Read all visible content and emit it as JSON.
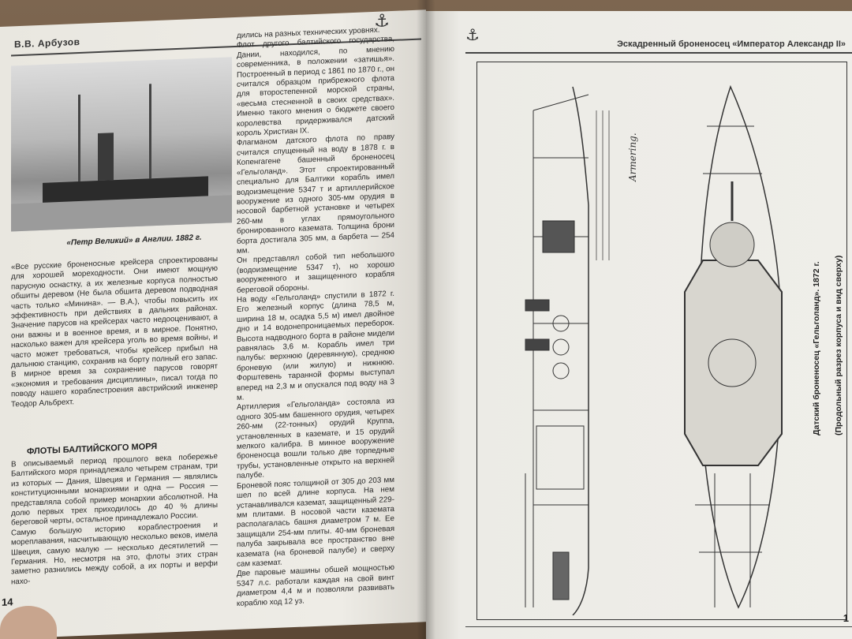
{
  "left_page": {
    "author": "В.В. Арбузов",
    "photo_caption": "«Петр Великий» в Англии. 1882 г.",
    "column1_text": "«Все русские броненосные крейсера спроектированы для хорошей мореходности. Они имеют мощную парусную оснастку, а их железные корпуса полностью обшиты деревом (Не была обшита деревом подводная часть только «Минина». — В.А.), чтобы повысить их эффективность при действиях в дальних районах. Значение парусов на крейсерах часто недооценивают, а они важны и в военное время, и в мирное. Понятно, насколько важен для крейсера уголь во время войны, и часто может требоваться, чтобы крейсер прибыл на дальнюю станцию, сохранив на борту полный его запас. В мирное время за сохранение парусов говорят «экономия и требования дисциплины», писал тогда по поводу нашего кораблестроения австрийский инженер Теодор Альбрехт.",
    "section_heading": "ФЛОТЫ БАЛТИЙСКОГО МОРЯ",
    "column1b_text": "В описываемый период прошлого века побережье Балтийского моря принадлежало четырем странам, три из которых — Дания, Швеция и Германия — являлись конституционными монархиями и одна — Россия — представляла собой пример монархии абсолютной. На долю первых трех приходилось до 40 % длины береговой черты, остальное принадлежало России.\nСамую большую историю кораблестроения и мореплавания, насчитывающую несколько веков, имела Швеция, самую малую — несколько десятилетий — Германия. Но, несмотря на это, флоты этих стран заметно разнились между собой, а их порты и верфи нахо-",
    "column2_text": "дились на разных технических уровнях.\nФлот другого балтийского государства, Дании, находился, по мнению современника, в положении «затишья». Построенный в период с 1861 по 1870 г., он считался образцом прибрежного флота для второстепенной морской страны, «весьма стесненной в своих средствах». Именно такого мнения о бюджете своего королевства придерживался датский король Христиан IX.\nФлагманом датского флота по праву считался спущенный на воду в 1878 г. в Копенгагене башенный броненосец «Гельголанд». Этот спроектированный специально для Балтики корабль имел водоизмещение 5347 т и артиллерийское вооружение из одного 305-мм орудия в носовой барбетной установке и четырех 260-мм в углах прямоугольного бронированного каземата. Толщина брони борта достигала 305 мм, а барбета — 254 мм.\nОн представлял собой тип небольшого (водоизмещение 5347 т), но хорошо вооруженного и защищенного корабля береговой обороны.\nНа воду «Гельголанд» спустили в 1872 г. Его железный корпус (длина 78,5 м, ширина 18 м, осадка 5,5 м) имел двойное дно и 14 водонепроницаемых переборок. Высота надводного борта в районе мидели равнялась 3,6 м. Корабль имел три палубы: верхнюю (деревянную), среднюю броневую (или жилую) и нижнюю. Форштевень таранной формы выступал вперед на 2,3 м и опускался под воду на 3 м.\nАртиллерия «Гельголанда» состояла из одного 305-мм башенного орудия, четырех 260-мм (22-тонных) орудий Круппа, установленных в каземате, и 15 орудий мелкого калибра. В минное вооружение броненосца вошли только две торпедные трубы, установленные открыто на верхней палубе.\nБроневой пояс толщиной от 305 до 203 мм шел по всей длине корпуса. На нем устанавливался каземат, защищенный 229-мм плитами. В носовой части каземата располагалась башня диаметром 7 м. Ее защищали 254-мм плиты. 40-мм броневая палуба закрывала все пространство вне каземата (на броневой палубе) и сверху сам каземат.\nДве паровые машины обшей мощностью 5347 л.с. работали каждая на свой винт диаметром 4,4 м и позволяли развивать кораблю ход 12 уз.",
    "page_number": "14"
  },
  "right_page": {
    "header_title": "Эскадренный броненосец «Император Александр II»",
    "drawing_caption_line1": "Датский броненосец «Гельголанд». 1872 г.",
    "drawing_caption_line2": "(Продольный разрез корпуса и вид сверху)",
    "drawing_labels": {
      "armering": "Armering."
    },
    "page_number": "1"
  }
}
